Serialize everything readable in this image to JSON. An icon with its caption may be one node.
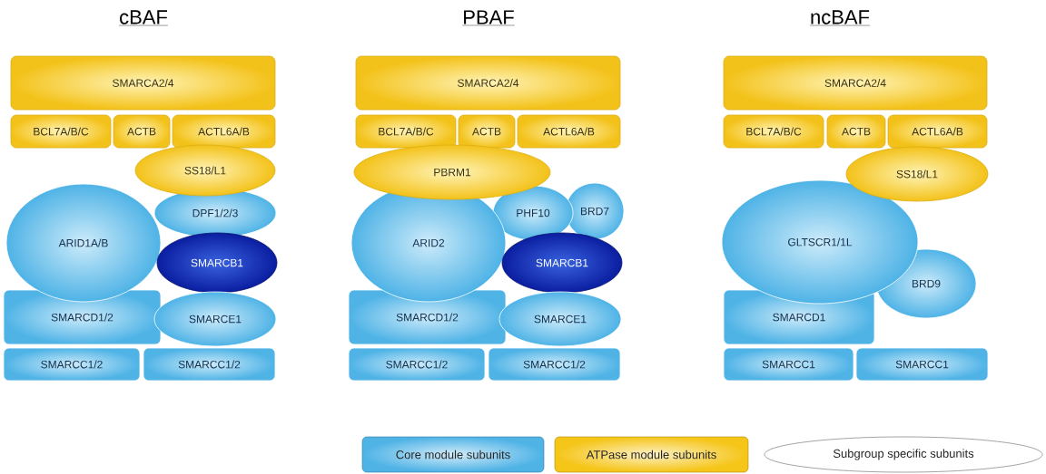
{
  "diagram": {
    "nodes": [
      {
        "text": [
          "SMARCA2/4"
        ]
      },
      {
        "text": [
          "BCL7A/B/C"
        ]
      },
      {
        "text": [
          "ACTB"
        ]
      },
      {
        "text": [
          "ACTL6A/B"
        ]
      },
      {
        "text": [
          "SS18/L1"
        ]
      },
      {
        "text": [
          "DPF1/2/3"
        ]
      },
      {
        "text": [
          "ARID1A/B"
        ]
      },
      {
        "text": [
          "SMARCB1"
        ]
      },
      {
        "text": [
          "SMARCD1/2"
        ]
      },
      {
        "text": [
          "SMARCE1"
        ]
      },
      {
        "text": [
          "SMARCC1/2"
        ]
      },
      {
        "text": [
          "SMARCC1/2"
        ]
      },
      {
        "text": [
          "SMARCA2/4"
        ]
      },
      {
        "text": [
          "BCL7A/B/C"
        ]
      },
      {
        "text": [
          "ACTB"
        ]
      },
      {
        "text": [
          "ACTL6A/B"
        ]
      },
      {
        "text": [
          "PBRM1"
        ]
      },
      {
        "text": [
          "PHF10"
        ]
      },
      {
        "text": [
          "BRD7"
        ]
      },
      {
        "text": [
          "ARID2"
        ]
      },
      {
        "text": [
          "SMARCB1"
        ]
      },
      {
        "text": [
          "SMARCD1/2"
        ]
      },
      {
        "text": [
          "SMARCE1"
        ]
      },
      {
        "text": [
          "SMARCC1/2"
        ]
      },
      {
        "text": [
          "SMARCC1/2"
        ]
      },
      {
        "text": [
          "SMARCA2/4"
        ]
      },
      {
        "text": [
          "BCL7A/B/C"
        ]
      },
      {
        "text": [
          "ACTB"
        ]
      },
      {
        "text": [
          "ACTL6A/B"
        ]
      },
      {
        "text": [
          "SS18/L1"
        ]
      },
      {
        "text": [
          "GLTSCR1/1L"
        ]
      },
      {
        "text": [
          "BRD9"
        ]
      },
      {
        "text": [
          "SMARCD1"
        ]
      },
      {
        "text": [
          "SMARCC1"
        ]
      },
      {
        "text": [
          "SMARCC1"
        ]
      }
    ],
    "labels": [
      "cBAF",
      "PBAF",
      "ncBAF"
    ],
    "legend": [
      {
        "text": "Core module subunits",
        "color": "#4fb3e6"
      },
      {
        "text": "ATPase module subunits",
        "color": "#f5c518"
      },
      {
        "text": "Subgroup specific subunits"
      }
    ]
  }
}
